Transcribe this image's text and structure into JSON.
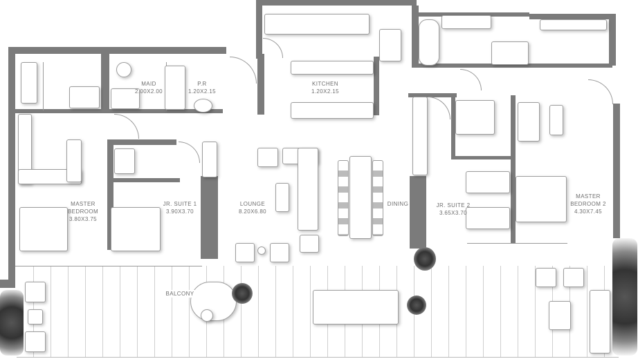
{
  "rooms": {
    "master_bedroom": {
      "name_line1": "MASTER",
      "name_line2": "BEDROOM",
      "size": "3.80X3.75"
    },
    "maid": {
      "name": "MAID",
      "size": "2.00X2.00"
    },
    "powder_room": {
      "name": "P.R",
      "size": "1.20X2.15"
    },
    "kitchen": {
      "name": "KITCHEN",
      "size": "1.20X2.15"
    },
    "jr_suite_1": {
      "name": "JR. SUITE 1",
      "size": "3.90X3.70"
    },
    "lounge": {
      "name": "LOUNGE",
      "size": "8.20X6.80"
    },
    "dining": {
      "name": "DINING"
    },
    "jr_suite_2": {
      "name": "JR. SUITE 2",
      "size": "3.65X3.70"
    },
    "master_bedroom_2": {
      "name_line1": "MASTER",
      "name_line2": "BEDROOM 2",
      "size": "4.30X7.45"
    },
    "balcony": {
      "name": "BALCONY"
    }
  },
  "colors": {
    "wall": "#7b7b7b",
    "furniture_outline": "#9c9c9c"
  }
}
